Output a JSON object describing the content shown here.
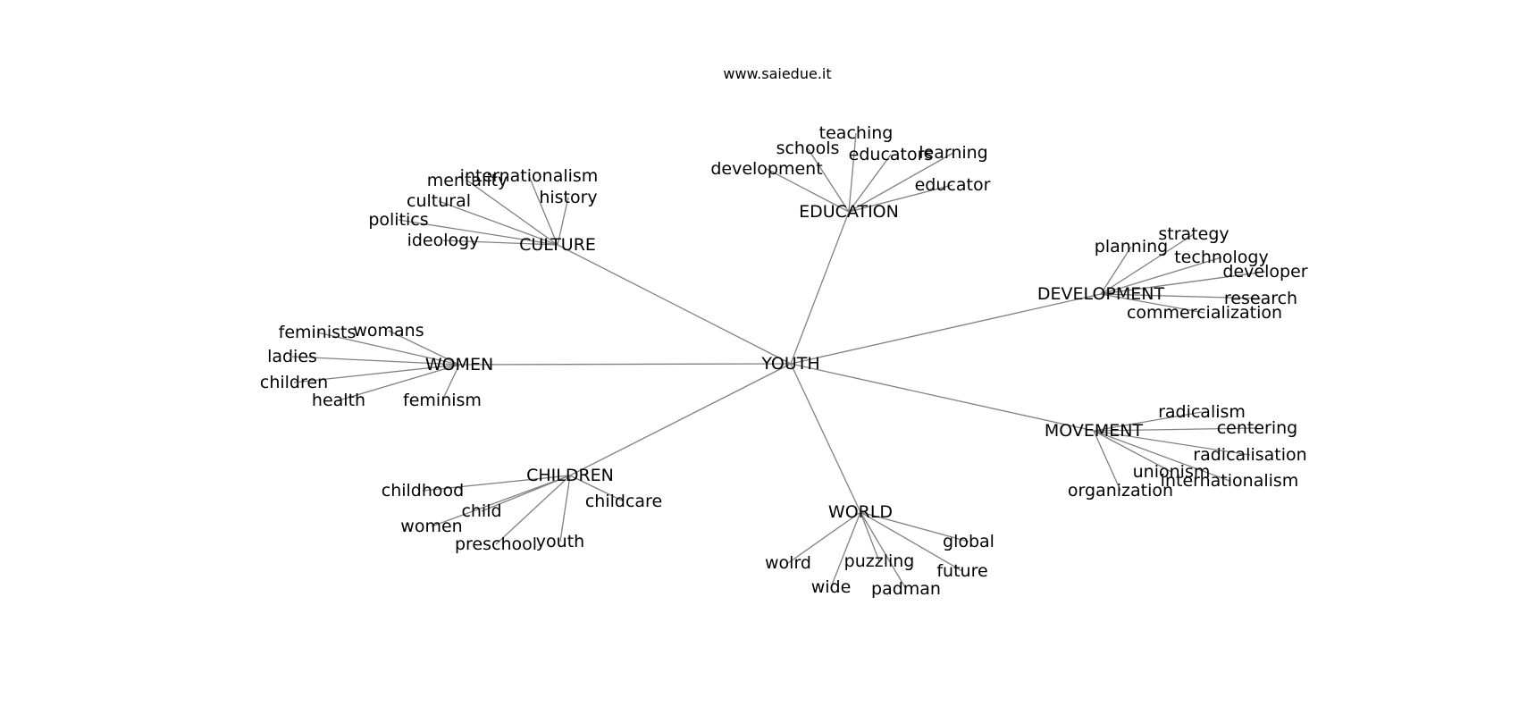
{
  "credit": "www.saiedue.it",
  "graph": {
    "root": "YOUTH",
    "edge_color": "#808080",
    "branches": [
      {
        "label": "EDUCATION",
        "leaves": [
          "teaching",
          "schools",
          "educators",
          "learning",
          "development",
          "educator"
        ]
      },
      {
        "label": "CULTURE",
        "leaves": [
          "internationalism",
          "mentality",
          "history",
          "cultural",
          "politics",
          "ideology"
        ]
      },
      {
        "label": "DEVELOPMENT",
        "leaves": [
          "strategy",
          "planning",
          "technology",
          "developer",
          "research",
          "commercialization"
        ]
      },
      {
        "label": "WOMEN",
        "leaves": [
          "feminists",
          "womans",
          "ladies",
          "children",
          "health",
          "feminism"
        ]
      },
      {
        "label": "MOVEMENT",
        "leaves": [
          "radicalism",
          "centering",
          "radicalisation",
          "unionism",
          "internationalism",
          "organization"
        ]
      },
      {
        "label": "CHILDREN",
        "leaves": [
          "childhood",
          "childcare",
          "child",
          "women",
          "youth",
          "preschool"
        ]
      },
      {
        "label": "WORLD",
        "leaves": [
          "global",
          "wolrd",
          "puzzling",
          "future",
          "wide",
          "padman"
        ]
      }
    ]
  }
}
